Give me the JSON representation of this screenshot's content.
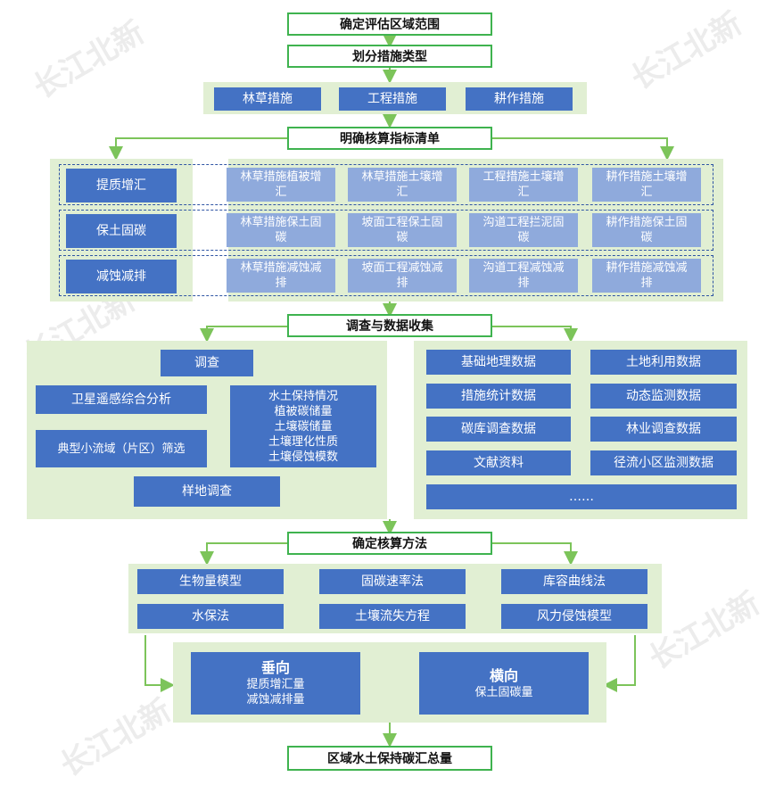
{
  "title_box": "确定评估区域范围",
  "measures_type_box": "划分措施类型",
  "measure_types": [
    "林草措施",
    "工程措施",
    "耕作措施"
  ],
  "indicator_list_box": "明确核算指标清单",
  "indicator_rows": [
    {
      "label": "提质增汇",
      "items": [
        "林草措施植被增汇",
        "林草措施土壤增汇",
        "工程措施土壤增汇",
        "耕作措施土壤增汇"
      ]
    },
    {
      "label": "保土固碳",
      "items": [
        "林草措施保土固碳",
        "坡面工程保土固碳",
        "沟道工程拦泥固碳",
        "耕作措施保土固碳"
      ]
    },
    {
      "label": "减蚀减排",
      "items": [
        "林草措施减蚀减排",
        "坡面工程减蚀减排",
        "沟道工程减蚀减排",
        "耕作措施减蚀减排"
      ]
    }
  ],
  "survey_box": "调查与数据收集",
  "survey": {
    "root": "调查",
    "remote": "卫星遥感综合分析",
    "watershed": "典型小流域（片区）筛选",
    "items": [
      "水土保持情况",
      "植被碳储量",
      "土壤碳储量",
      "土壤理化性质",
      "土壤侵蚀模数"
    ],
    "plot": "样地调查"
  },
  "data_items": [
    "基础地理数据",
    "土地利用数据",
    "措施统计数据",
    "动态监测数据",
    "碳库调查数据",
    "林业调查数据",
    "文献资料",
    "径流小区监测数据"
  ],
  "data_more": "……",
  "method_box": "确定核算方法",
  "methods": [
    "生物量模型",
    "固碳速率法",
    "库容曲线法",
    "水保法",
    "土壤流失方程",
    "风力侵蚀模型"
  ],
  "vertical": {
    "title": "垂向",
    "lines": [
      "提质增汇量",
      "减蚀减排量"
    ]
  },
  "horizontal": {
    "title": "横向",
    "lines": [
      "保土固碳量"
    ]
  },
  "result_box": "区域水土保持碳汇总量",
  "watermark": "长江北新",
  "colors": {
    "green": "#3fb34f",
    "panel": "#e1efd3",
    "blue": "#4472c4",
    "light_blue": "#8faadc",
    "dash": "#2f55a4"
  }
}
